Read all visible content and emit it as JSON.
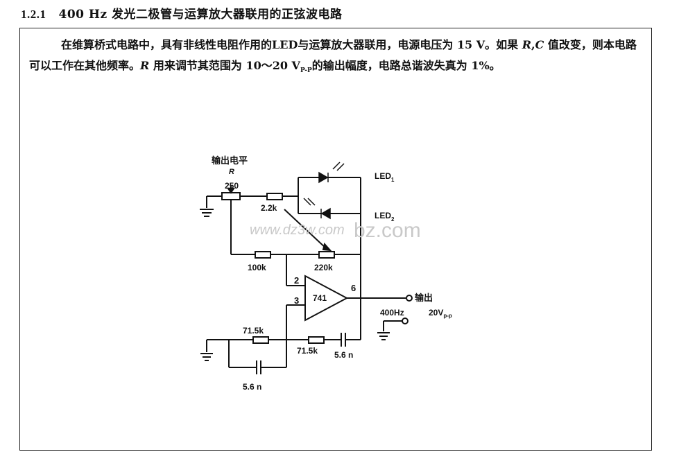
{
  "heading": {
    "number": "1.2.1",
    "title": "400 Hz 发光二极管与运算放大器联用的正弦波电路"
  },
  "description": {
    "part1": "在维算桥式电路中，具有非线性电阻作用的LED与运算放大器联用，电源电压为 15 V。如果 ",
    "r": "R",
    "sep": ",",
    "c": "C",
    "part2": " 值改变，则本电路可以工作在其他频率。",
    "r2": "R",
    "part3": " 用来调节其范围为 10～20 V",
    "sub": "P-P",
    "part4": "的输出幅度，电路总谐波失真为 1%。"
  },
  "circuit": {
    "output_level_label": "输出电平",
    "pot_name": "R",
    "pot_value": "250",
    "r_series": "2.2k",
    "led1": "LED",
    "led1_sub": "1",
    "led2": "LED",
    "led2_sub": "2",
    "r_input": "100k",
    "r_feedback": "220k",
    "pin_inverting": "2",
    "pin_noninverting": "3",
    "pin_output": "6",
    "opamp": "741",
    "output_label": "输出",
    "freq_label": "400Hz",
    "amp_label": "20V",
    "amp_sub": "p-p",
    "r_bridge1": "71.5k",
    "r_bridge2": "71.5k",
    "c_bridge1": "5.6 n",
    "c_bridge2": "5.6 n"
  },
  "watermark": "www.dz3w.com",
  "watermark2": "bz.com"
}
